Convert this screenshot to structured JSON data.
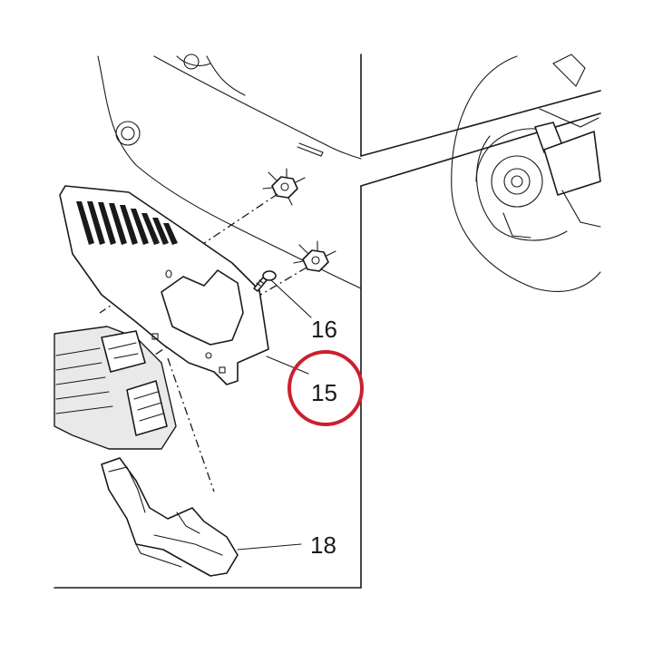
{
  "callouts": [
    {
      "id": "16",
      "label": "16"
    },
    {
      "id": "15",
      "label": "15"
    },
    {
      "id": "18",
      "label": "18"
    }
  ],
  "highlight": {
    "target": "15",
    "color": "#cc1f2e"
  },
  "colors": {
    "line": "#1a1a1a",
    "background": "#ffffff",
    "panel_fill": "#e9e9e9"
  }
}
